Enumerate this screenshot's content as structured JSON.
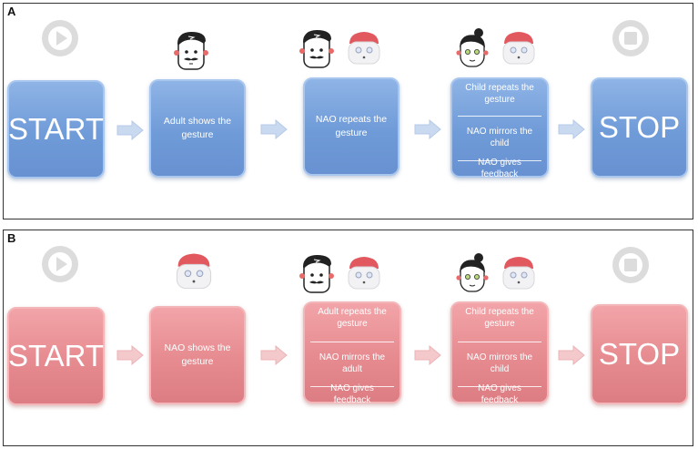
{
  "panels": [
    {
      "label": "A",
      "scheme": "blue",
      "start": "START",
      "stop": "STOP",
      "step1": "Adult shows the gesture",
      "step2": "NAO repeats the gesture",
      "step3": [
        "Child repeats the gesture",
        "NAO mirrors the child",
        "NAO gives feedback"
      ]
    },
    {
      "label": "B",
      "scheme": "red",
      "start": "START",
      "stop": "STOP",
      "step1": "NAO shows the gesture",
      "step2": [
        "Adult repeats the gesture",
        "NAO mirrors the adult",
        "NAO gives feedback"
      ],
      "step3": [
        "Child repeats the gesture",
        "NAO mirrors the child",
        "NAO gives feedback"
      ]
    }
  ],
  "icons": {
    "play": "play-icon",
    "stop": "stop-icon",
    "arrow": "right-arrow-icon",
    "adult": "adult-face-icon",
    "robot": "nao-robot-face-icon",
    "child": "child-face-icon"
  },
  "colors": {
    "blue_box": "#6f9bd8",
    "red_box": "#e68b90",
    "arrow_blue": "#c9d9f0",
    "arrow_red": "#f3c9cb",
    "control_gray": "#dcdcdc"
  }
}
